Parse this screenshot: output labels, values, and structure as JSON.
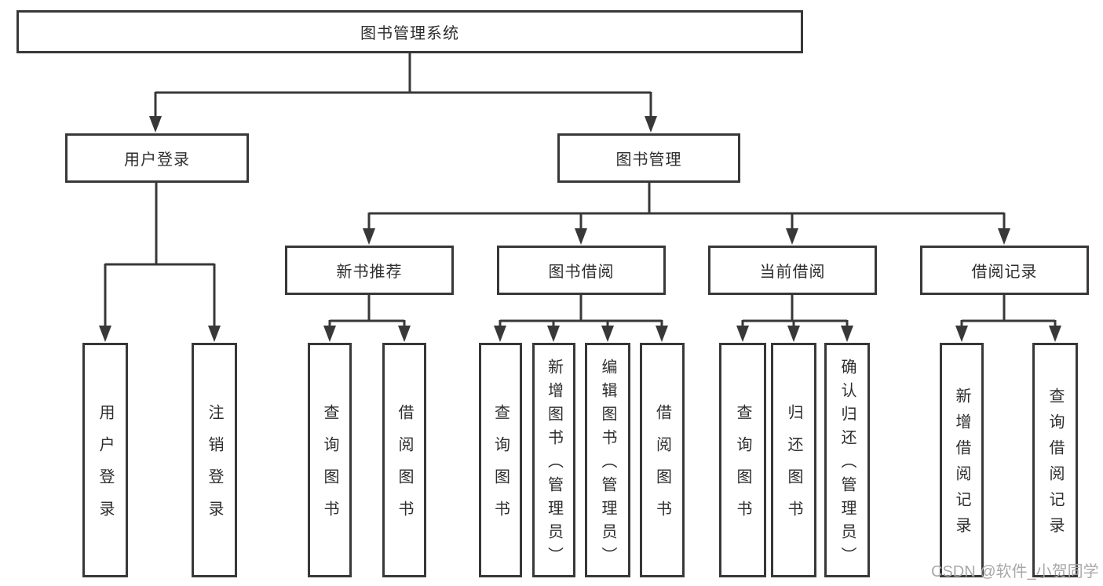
{
  "tree": {
    "root": {
      "label": "图书管理系统"
    },
    "branches": [
      {
        "label": "用户登录",
        "children": [
          {
            "label": "用户登录"
          },
          {
            "label": "注销登录"
          }
        ]
      },
      {
        "label": "图书管理",
        "children": [
          {
            "label": "新书推荐",
            "children": [
              {
                "label": "查询图书"
              },
              {
                "label": "借阅图书"
              }
            ]
          },
          {
            "label": "图书借阅",
            "children": [
              {
                "label": "查询图书"
              },
              {
                "label": "新增图书（管理员）"
              },
              {
                "label": "编辑图书（管理员）"
              },
              {
                "label": "借阅图书"
              }
            ]
          },
          {
            "label": "当前借阅",
            "children": [
              {
                "label": "查询图书"
              },
              {
                "label": "归还图书"
              },
              {
                "label": "确认归还（管理员）"
              }
            ]
          },
          {
            "label": "借阅记录",
            "children": [
              {
                "label": "新增借阅记录"
              },
              {
                "label": "查询借阅记录"
              }
            ]
          }
        ]
      }
    ]
  },
  "watermark": {
    "text": "CSDN @软件_小贺同学",
    "color": "#a8a8a8"
  },
  "colors": {
    "line": "#383838",
    "border": "#383838",
    "text": "#2e2e2e",
    "background": "#ffffff"
  }
}
